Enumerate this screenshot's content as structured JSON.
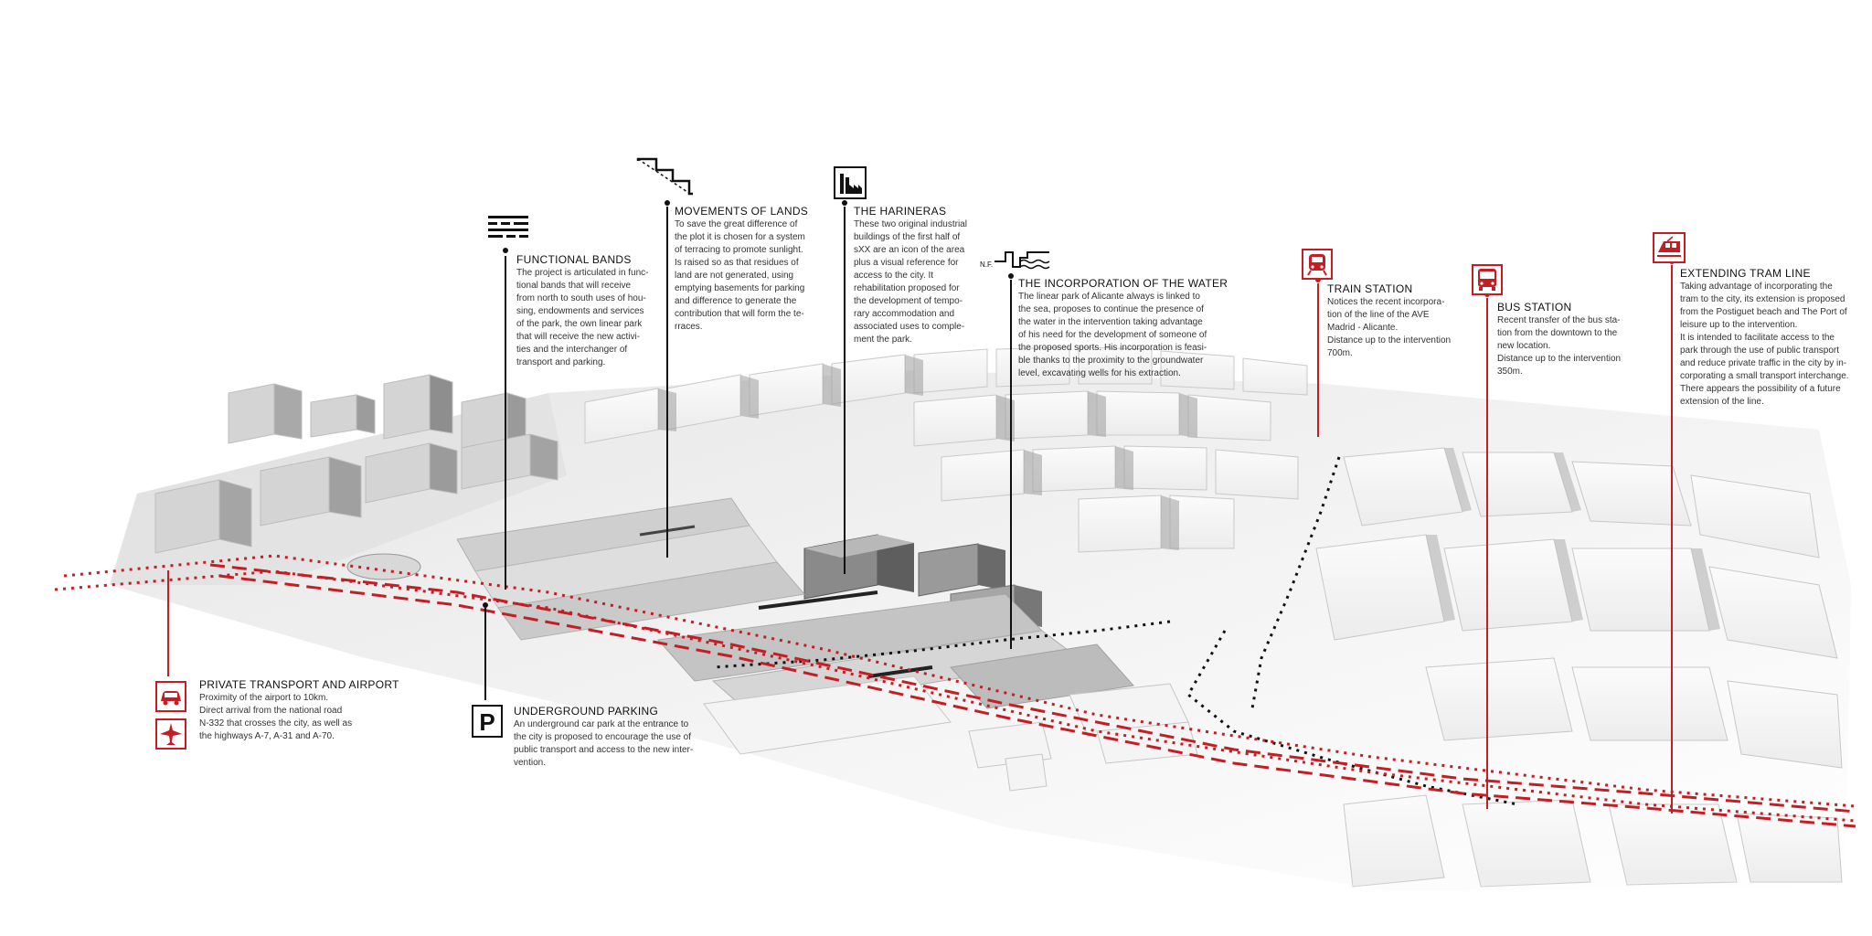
{
  "colors": {
    "accent": "#c41e24",
    "ink": "#111111",
    "ground": "#f2f2f2"
  },
  "annotations": {
    "functional_bands": {
      "title": "FUNCTIONAL BANDS",
      "lines": [
        "The project is articulated in func-",
        "tional bands that will receive",
        "from north to south uses of hou-",
        "sing, endowments and services",
        "of the park, the own linear park",
        "that will receive the new activi-",
        "ties and the interchanger of",
        "transport and parking."
      ],
      "icon": "stripes-icon"
    },
    "movements_of_lands": {
      "title": "MOVEMENTS OF LANDS",
      "lines": [
        "To save the great difference of",
        "the plot it is chosen for a system",
        "of terracing to promote sunlight.",
        "Is raised so as that residues of",
        "land are not generated, using",
        "emptying basements for parking",
        "and difference to generate the",
        "contribution that will form the te-",
        "rraces."
      ],
      "icon": "terrain-section-icon"
    },
    "harineras": {
      "title": "THE HARINERAS",
      "lines": [
        "These two original industrial",
        "buildings of the first half of",
        "sXX are an icon of the area",
        "plus a visual reference for",
        "access to the city. It",
        "rehabilitation proposed for",
        "the development of tempo-",
        "rary accommodation and",
        "associated uses to comple-",
        "ment the park."
      ],
      "icon": "factory-icon"
    },
    "water": {
      "title": "THE INCORPORATION OF THE WATER",
      "lines": [
        "The linear park of Alicante always is linked to",
        "the sea, proposes to continue the presence of",
        "the water in the intervention taking advantage",
        "of his need for the development of someone of",
        "the proposed sports. His incorporation is feasi-",
        "ble thanks to the proximity to the groundwater",
        "level, excavating wells for his extraction."
      ],
      "icon": "water-level-icon",
      "icon_label": "N.F."
    },
    "train_station": {
      "title": "TRAIN STATION",
      "lines": [
        "Notices the recent incorpora-",
        "tion of the line of the AVE",
        "Madrid - Alicante.",
        "Distance up to the intervention",
        "700m."
      ],
      "icon": "train-icon"
    },
    "bus_station": {
      "title": "BUS STATION",
      "lines": [
        "Recent transfer of the bus sta-",
        "tion from the downtown to the",
        "new location.",
        "Distance up to the intervention",
        "350m."
      ],
      "icon": "bus-icon"
    },
    "tram_line": {
      "title": "EXTENDING TRAM LINE",
      "lines": [
        "Taking advantage of incorporating the",
        "tram to the city, its extension is proposed",
        "from the Postiguet beach and The Port of",
        "leisure up to the intervention.",
        "It is intended to facilitate access to the",
        "park through the use of public transport",
        "and reduce private traffic in the city by in-",
        "corporating a small transport interchange.",
        "There appears the possibility of a future",
        "extension of the line."
      ],
      "icon": "tram-icon"
    },
    "private_transport": {
      "title": "PRIVATE TRANSPORT AND AIRPORT",
      "lines": [
        "Proximity of the airport to 10km.",
        "Direct arrival from the national road",
        "N-332 that crosses the city, as well as",
        "the highways A-7, A-31 and A-70."
      ],
      "icon": "car-icon",
      "icon2": "airplane-icon"
    },
    "parking": {
      "title": "UNDERGROUND PARKING",
      "lines": [
        "An underground car park at the entrance to",
        "the city is proposed to encourage the use of",
        "public transport and access to the new inter-",
        "vention."
      ],
      "icon": "parking-icon",
      "icon_label": "P"
    }
  }
}
